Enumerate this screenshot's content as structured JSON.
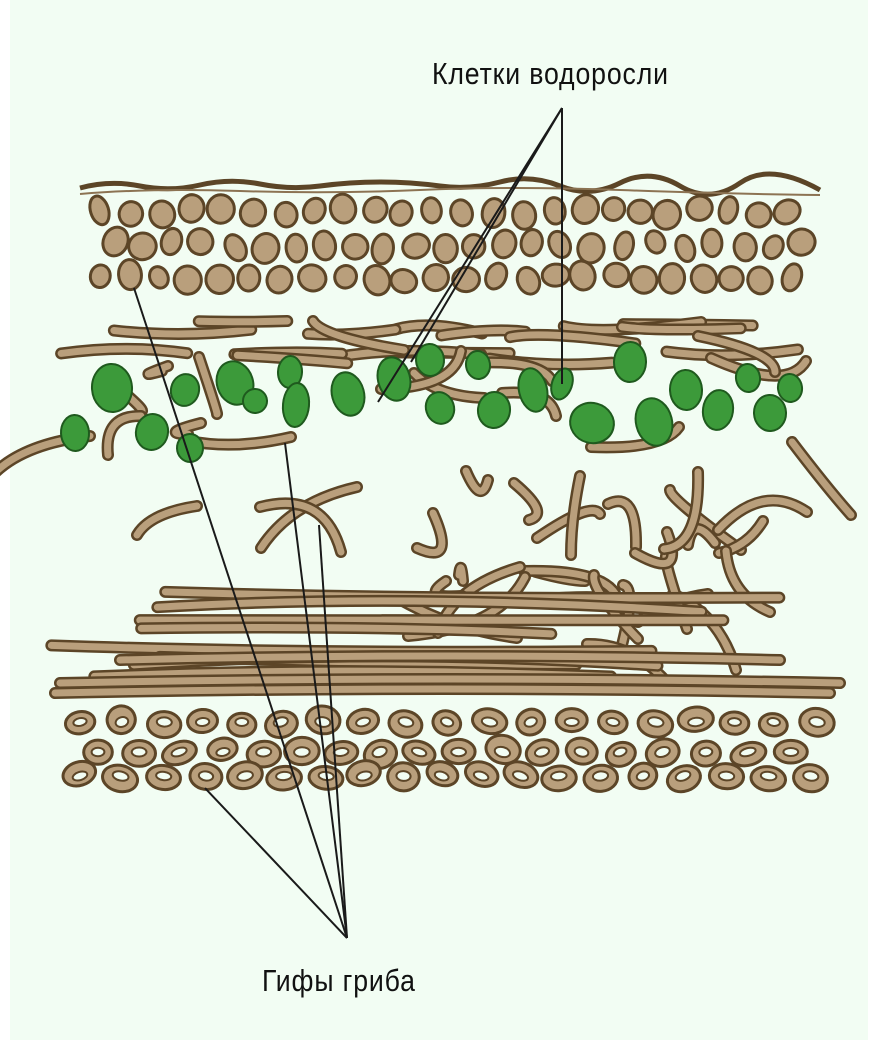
{
  "labels": {
    "algae_cells": "Клетки водоросли",
    "fungal_hyphae": "Гифы гриба"
  },
  "colors": {
    "background": "#f2fdf3",
    "hyphae_fill": "#b99f7c",
    "hyphae_stroke": "#5c4527",
    "algae_fill": "#3c9a3a",
    "algae_stroke": "#1f5a1e",
    "pointer_line": "#1a1a1a"
  },
  "layers": [
    "upper-cortex",
    "algal-layer",
    "medulla",
    "lower-cortex"
  ]
}
